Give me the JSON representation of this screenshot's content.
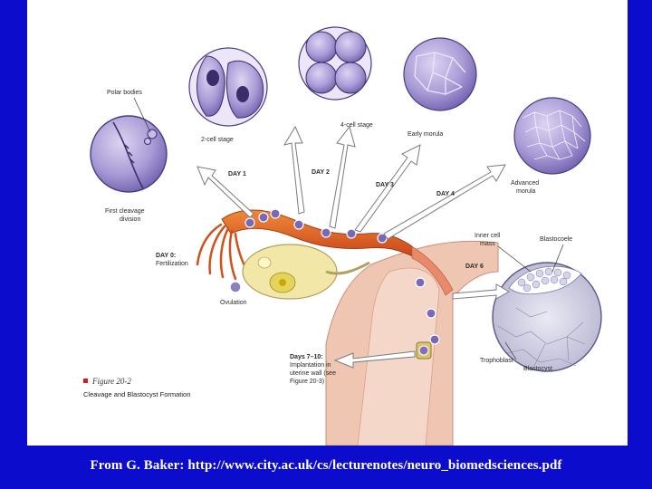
{
  "labels": {
    "polar_bodies": "Polar bodies",
    "first_cleavage": [
      "First cleavage",
      "division"
    ],
    "two_cell": "2-cell stage",
    "four_cell": "4-cell stage",
    "early_morula": "Early morula",
    "advanced_morula": [
      "Advanced",
      "morula"
    ],
    "day1": "DAY 1",
    "day2": "DAY 2",
    "day3": "DAY 3",
    "day4": "DAY 4",
    "day0": [
      "DAY 0:",
      "Fertilization"
    ],
    "ovulation": "Ovulation",
    "inner_cell_mass": [
      "Inner cell",
      "mass"
    ],
    "blastocoele": "Blastocoele",
    "day6": "DAY 6",
    "trophoblast": "Trophoblast",
    "blastocyst": "Blastocyst",
    "days7_10": [
      "Days 7–10:",
      "Implantation in",
      "uterine wall (see",
      "Figure 20-3)"
    ]
  },
  "figure": {
    "number": "Figure 20-2",
    "title": "Cleavage and Blastocyst Formation"
  },
  "caption": "From G. Baker: http://www.city.ac.uk/cs/lecturenotes/neuro_biomedsciences.pdf",
  "colors": {
    "background": "#0c0ccc",
    "cell": "#a99bd6",
    "tube": "#e0601e",
    "uterus": "#e8b8a4"
  }
}
